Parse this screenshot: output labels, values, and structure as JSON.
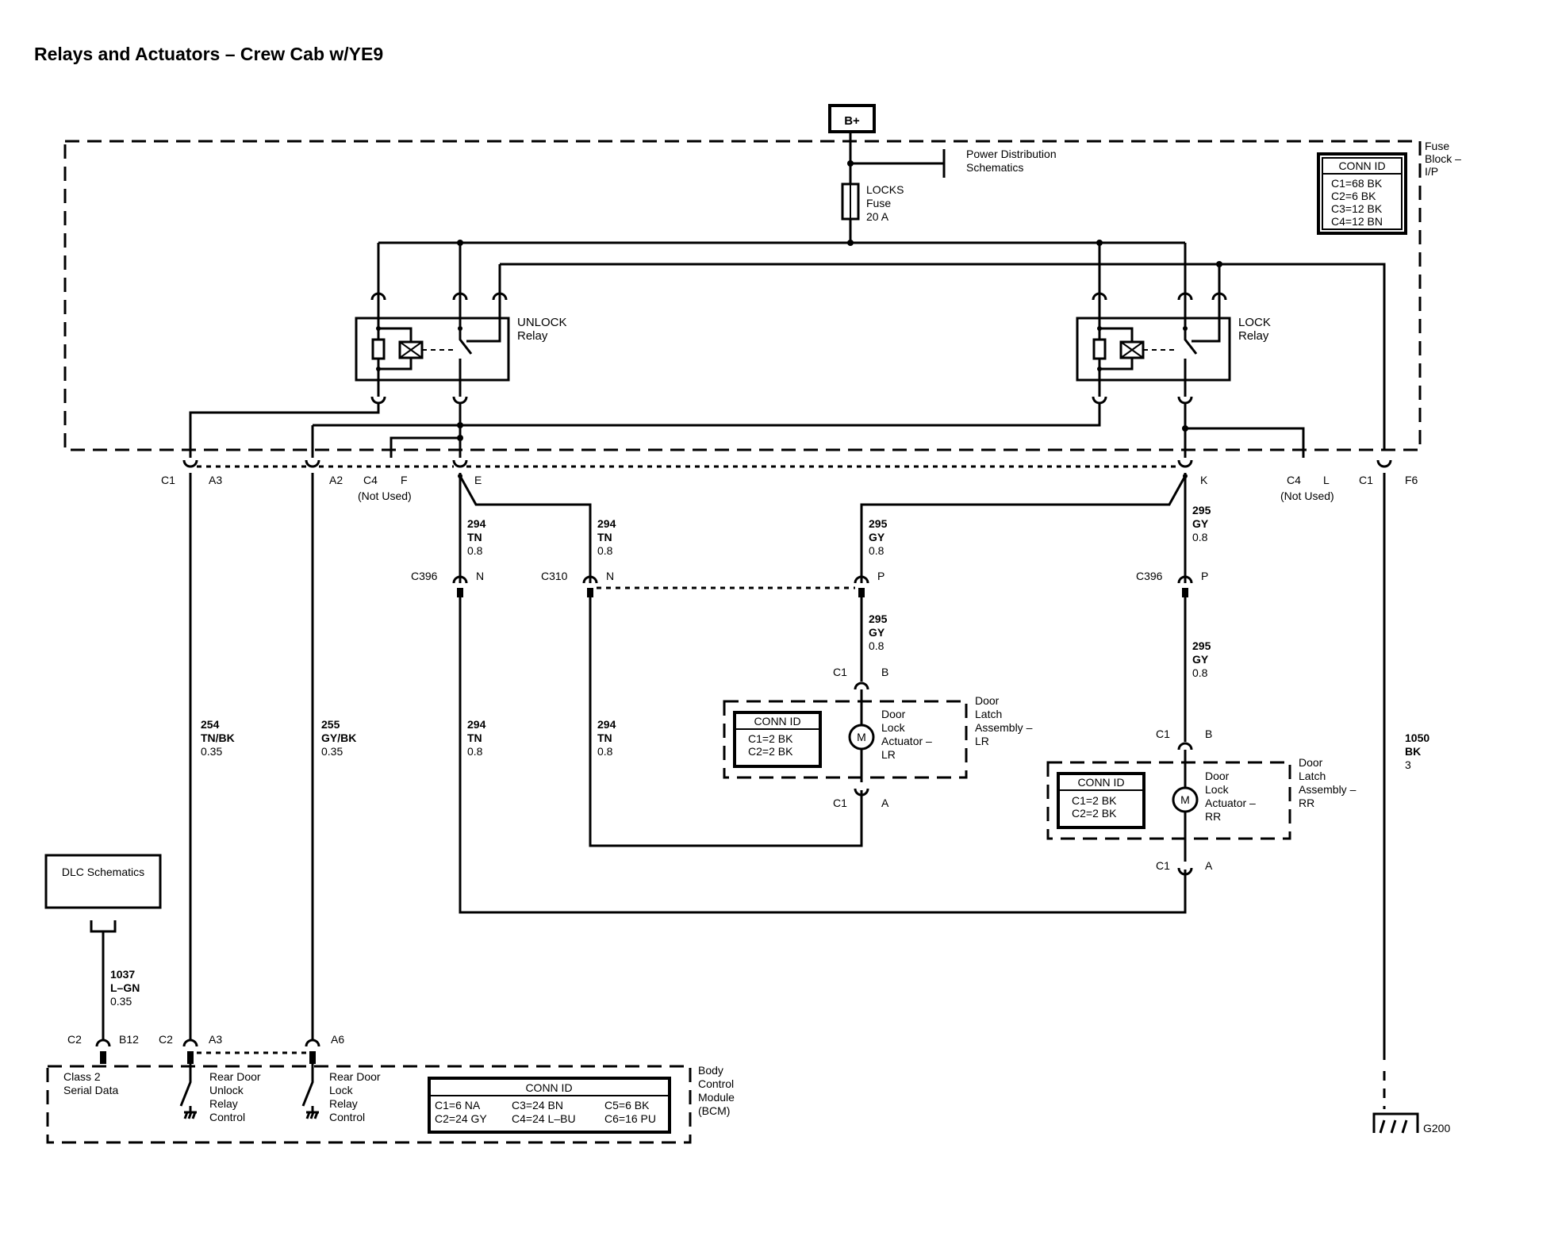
{
  "title": "Relays and Actuators – Crew Cab w/YE9",
  "power_source": "B+",
  "power_distribution": [
    "Power Distribution",
    "Schematics"
  ],
  "fuse": {
    "lines": [
      "LOCKS",
      "Fuse",
      "20 A"
    ]
  },
  "fuse_block": {
    "name": [
      "Fuse",
      "Block –",
      "I/P"
    ],
    "conn_id_header": "CONN ID",
    "conn_ids": [
      "C1=68 BK",
      "C2=6 BK",
      "C3=12 BK",
      "C4=12 BN"
    ]
  },
  "unlock_relay": [
    "UNLOCK",
    "Relay"
  ],
  "lock_relay": [
    "LOCK",
    "Relay"
  ],
  "connectors": {
    "c1_a3": {
      "conn": "C1",
      "pin": "A3"
    },
    "a2": "A2",
    "c4_f": {
      "conn": "C4",
      "pin": "F",
      "note": "(Not Used)"
    },
    "e": "E",
    "k": "K",
    "c4_l": {
      "conn": "C4",
      "pin": "L",
      "note": "(Not Used)"
    },
    "c1_f6": {
      "conn": "C1",
      "pin": "F6"
    },
    "c396_n": {
      "conn": "C396",
      "pin": "N"
    },
    "c310_n": {
      "conn": "C310",
      "pin": "N"
    },
    "c310_p": "P",
    "c396_p": {
      "conn": "C396",
      "pin": "P"
    },
    "lr_c1_b": {
      "conn": "C1",
      "pin": "B"
    },
    "lr_c1_a": {
      "conn": "C1",
      "pin": "A"
    },
    "rr_c1_b": {
      "conn": "C1",
      "pin": "B"
    },
    "rr_c1_a": {
      "conn": "C1",
      "pin": "A"
    },
    "bcm_c2_b12": {
      "conn": "C2",
      "pin": "B12"
    },
    "bcm_c2_a3": {
      "conn": "C2",
      "pin": "A3"
    },
    "bcm_a6": "A6"
  },
  "wires": {
    "w294_a": [
      "294",
      "TN",
      "0.8"
    ],
    "w294_b": [
      "294",
      "TN",
      "0.8"
    ],
    "w295_a": [
      "295",
      "GY",
      "0.8"
    ],
    "w295_b": [
      "295",
      "GY",
      "0.8"
    ],
    "w295_c": [
      "295",
      "GY",
      "0.8"
    ],
    "w295_d": [
      "295",
      "GY",
      "0.8"
    ],
    "w254": [
      "254",
      "TN/BK",
      "0.35"
    ],
    "w255": [
      "255",
      "GY/BK",
      "0.35"
    ],
    "w294_c": [
      "294",
      "TN",
      "0.8"
    ],
    "w294_d": [
      "294",
      "TN",
      "0.8"
    ],
    "w1037": [
      "1037",
      "L–GN",
      "0.35"
    ],
    "w1050": [
      "1050",
      "BK",
      "3"
    ]
  },
  "lr_actuator": {
    "name": [
      "Door",
      "Lock",
      "Actuator –",
      "LR"
    ],
    "assembly": [
      "Door",
      "Latch",
      "Assembly –",
      "LR"
    ],
    "conn_id_header": "CONN ID",
    "conn_ids": [
      "C1=2 BK",
      "C2=2 BK"
    ],
    "motor": "M"
  },
  "rr_actuator": {
    "name": [
      "Door",
      "Lock",
      "Actuator –",
      "RR"
    ],
    "assembly": [
      "Door",
      "Latch",
      "Assembly –",
      "RR"
    ],
    "conn_id_header": "CONN ID",
    "conn_ids": [
      "C1=2 BK",
      "C2=2 BK"
    ],
    "motor": "M"
  },
  "dlc": "DLC Schematics",
  "bcm": {
    "name": [
      "Body",
      "Control",
      "Module",
      "(BCM)"
    ],
    "serial": [
      "Class 2",
      "Serial Data"
    ],
    "unlock_control": [
      "Rear Door",
      "Unlock",
      "Relay",
      "Control"
    ],
    "lock_control": [
      "Rear Door",
      "Lock",
      "Relay",
      "Control"
    ],
    "conn_id_header": "CONN ID",
    "conn_ids": [
      "C1=6 NA",
      "C3=24 BN",
      "C5=6 BK",
      "C2=24 GY",
      "C4=24 L–BU",
      "C6=16 PU"
    ]
  },
  "ground": "G200"
}
